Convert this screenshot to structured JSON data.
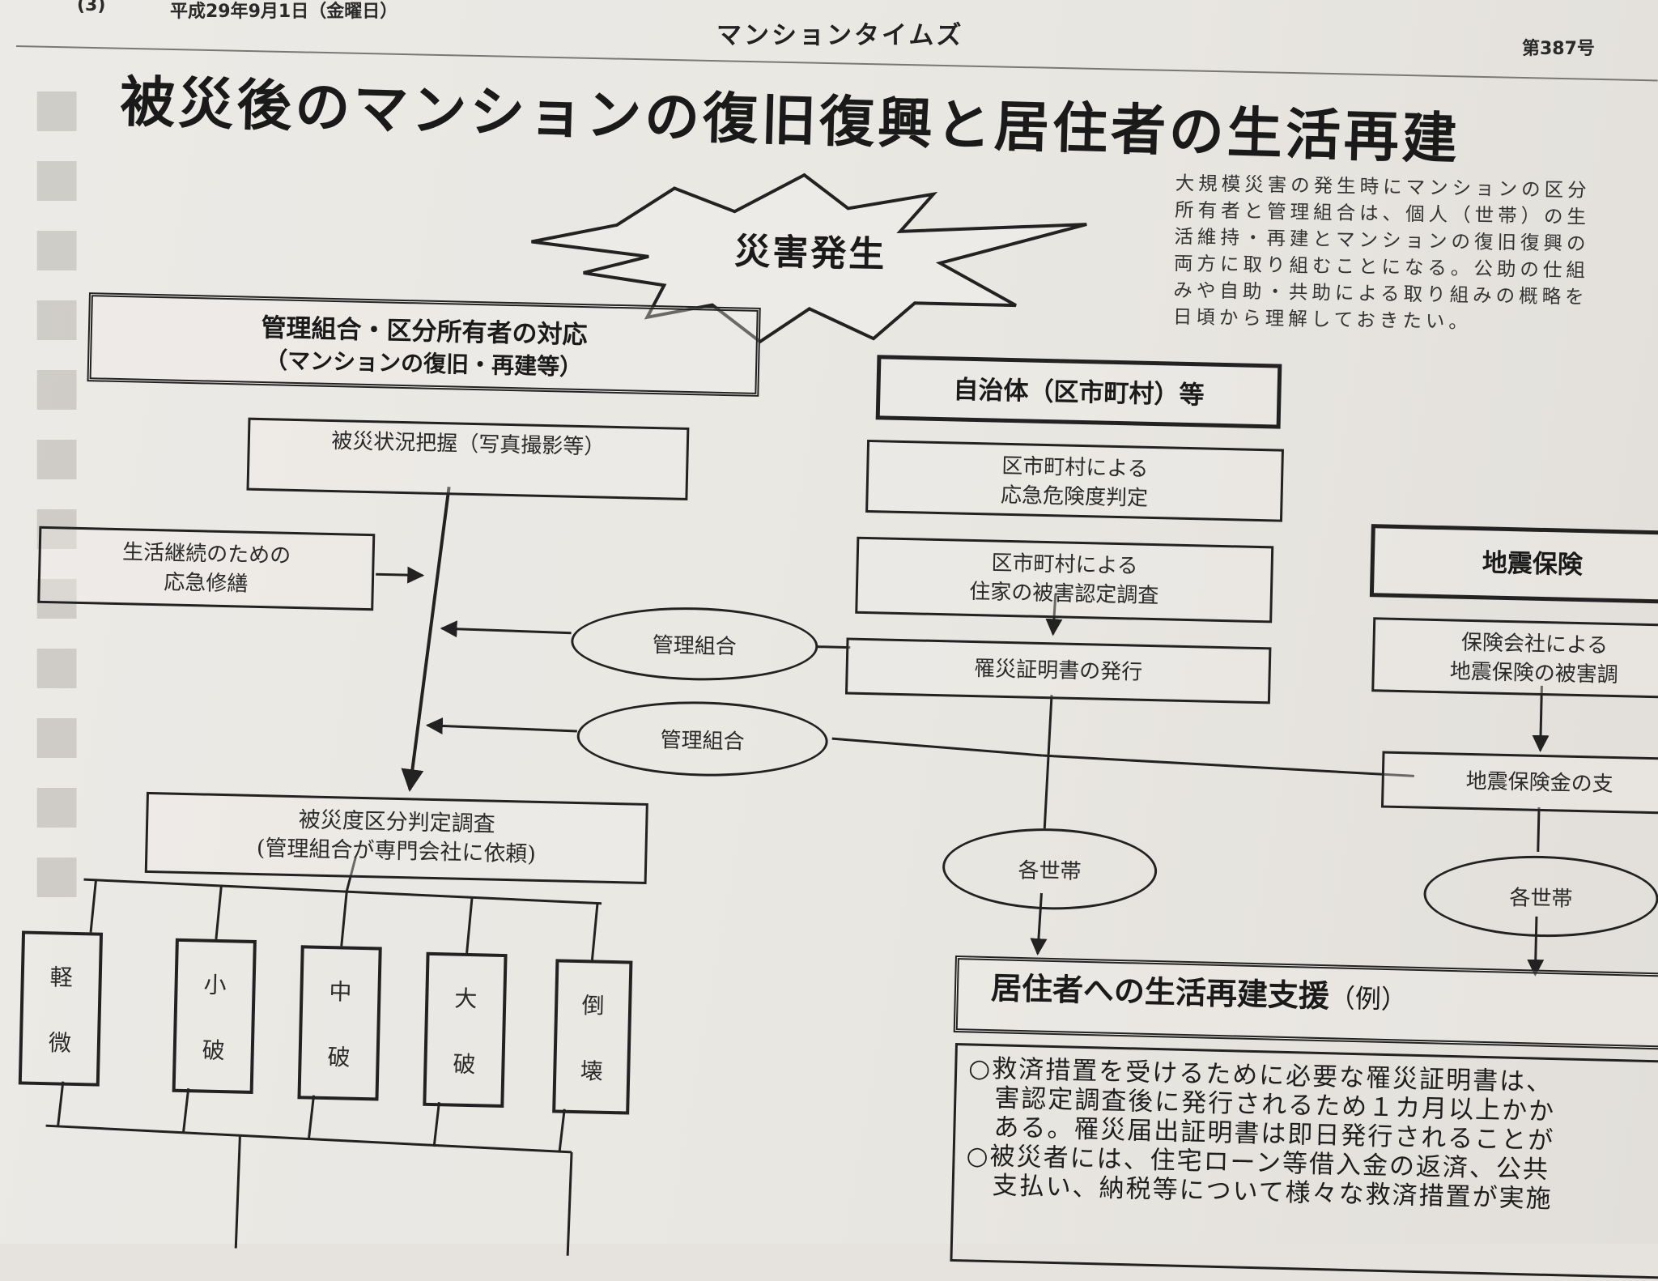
{
  "header": {
    "page_no": "(3)",
    "date": "平成29年9月1日（金曜日）",
    "paper_name": "マンションタイムズ",
    "issue": "第387号"
  },
  "headline": "被災後のマンションの復旧復興と居住者の生活再建",
  "intro_lines": [
    "大規模災害の発生時にマンションの区分",
    "所有者と管理組合は、個人（世帯）の生",
    "活維持・再建とマンションの復旧復興の",
    "両方に取り組むことになる。公助の仕組",
    "みや自助・共助による取り組みの概略を",
    "日頃から理解しておきたい。"
  ],
  "diagram": {
    "disaster": "災害発生",
    "left_header": {
      "line1": "管理組合・区分所有者の対応",
      "line2": "（マンションの復旧・再建等）"
    },
    "damage_grasp": "被災状況把握（写真撮影等）",
    "emergency_repair": {
      "line1": "生活継続のための",
      "line2": "応急修繕"
    },
    "damage_survey": {
      "line1": "被災度区分判定調査",
      "line2": "(管理組合が専門会社に依頼)"
    },
    "categories": [
      {
        "c1": "軽",
        "c2": "微"
      },
      {
        "c1": "小",
        "c2": "破"
      },
      {
        "c1": "中",
        "c2": "破"
      },
      {
        "c1": "大",
        "c2": "破"
      },
      {
        "c1": "倒",
        "c2": "壊"
      }
    ],
    "municipality_header": "自治体（区市町村）等",
    "danger_check": {
      "line1": "区市町村による",
      "line2": "応急危険度判定"
    },
    "damage_certification": {
      "line1": "区市町村による",
      "line2": "住家の被害認定調査"
    },
    "certificate_issue": "罹災証明書の発行",
    "oval_association_1": "管理組合",
    "oval_association_2": "管理組合",
    "oval_households_1": "各世帯",
    "oval_households_2": "各世帯",
    "insurance_header": "地震保険",
    "insurance_survey": {
      "line1": "保険会社による",
      "line2": "地震保険の被害調"
    },
    "insurance_payment": "地震保険金の支",
    "support_header_main": "居住者への生活再建支援",
    "support_header_note": "（例）",
    "support_lines": [
      "○救済措置を受けるために必要な罹災証明書は、",
      "　害認定調査後に発行されるため１カ月以上かか",
      "　ある。罹災届出証明書は即日発行されることが",
      "○被災者には、住宅ローン等借入金の返済、公共",
      "　支払い、納税等について様々な救済措置が実施"
    ]
  },
  "colors": {
    "paper": "#e9e7e2",
    "ink": "#1c1c1c",
    "ghost": "#b9b6b0"
  }
}
